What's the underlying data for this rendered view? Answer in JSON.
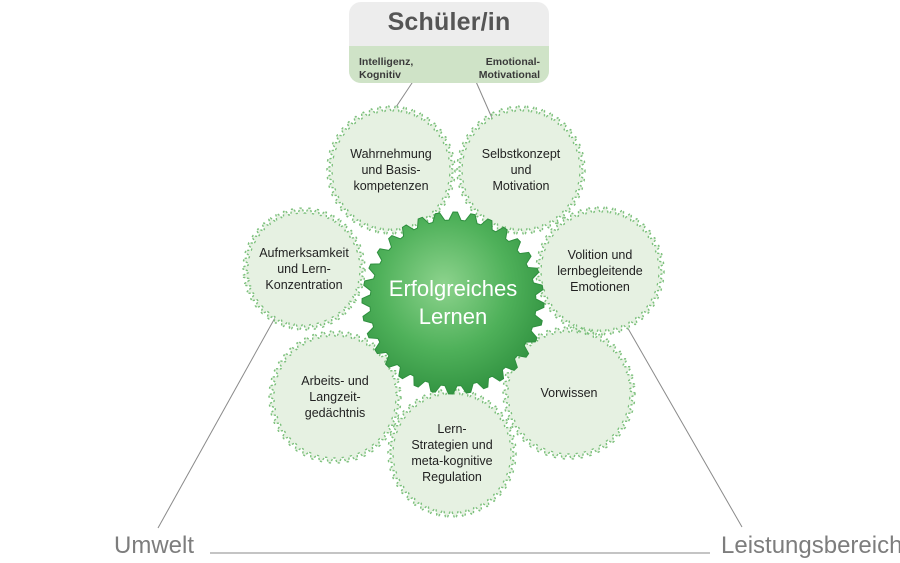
{
  "top_box": {
    "title": "Schüler/in",
    "left_sub": "Intelligenz,\nKognitiv",
    "right_sub": "Emotional-\nMotivational"
  },
  "center": {
    "label": "Erfolgreiches\nLernen"
  },
  "gears": [
    {
      "label": "Wahrnehmung\nund Basis-\nkompetenzen"
    },
    {
      "label": "Selbstkonzept\nund\nMotivation"
    },
    {
      "label": "Aufmerksamkeit\nund Lern-\nKonzentration"
    },
    {
      "label": "Volition und\nlernbegleitende\nEmotionen"
    },
    {
      "label": "Arbeits- und\nLangzeit-\ngedächtnis"
    },
    {
      "label": "Vorwissen"
    },
    {
      "label": "Lern-\nStrategien und\nmeta-kognitive\nRegulation"
    }
  ],
  "corners": {
    "left": "Umwelt",
    "right": "Leistungsbereich"
  },
  "colors": {
    "gear_fill": "#e6f1e2",
    "gear_stroke": "#7cc07c",
    "center_light": "#8dd38d",
    "center_dark": "#2e8f3e",
    "line": "#8a8a8a"
  }
}
